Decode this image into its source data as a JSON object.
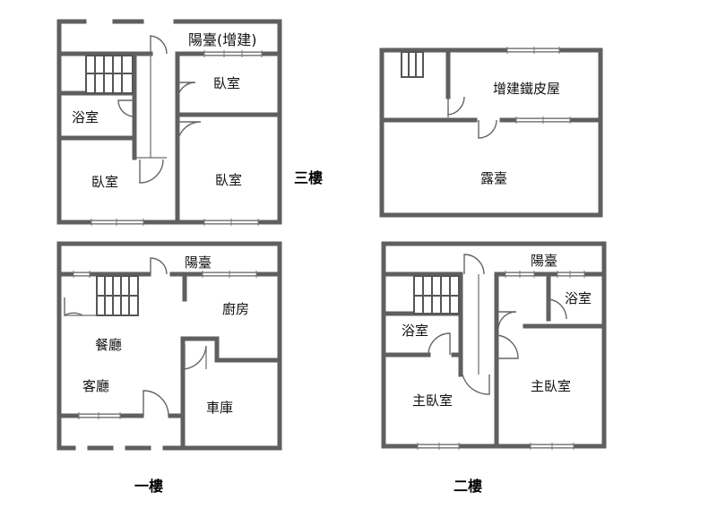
{
  "floors": {
    "third": {
      "label": "三樓",
      "rooms": {
        "balcony": "陽臺(增建)",
        "bedroom_top_right": "臥室",
        "bathroom": "浴室",
        "bedroom_left": "臥室",
        "bedroom_right": "臥室"
      }
    },
    "roof": {
      "rooms": {
        "iron_house": "增建鐵皮屋",
        "terrace": "露臺"
      }
    },
    "first": {
      "label": "一樓",
      "rooms": {
        "balcony": "陽臺",
        "kitchen": "廚房",
        "dining": "餐廳",
        "living": "客廳",
        "garage": "車庫"
      }
    },
    "second": {
      "label": "二樓",
      "rooms": {
        "balcony": "陽臺",
        "bathroom_right": "浴室",
        "bathroom_left": "浴室",
        "master_left": "主臥室",
        "master_right": "主臥室"
      }
    }
  },
  "colors": {
    "wall": "#5f5f5f",
    "text": "#111111",
    "background": "#ffffff"
  }
}
